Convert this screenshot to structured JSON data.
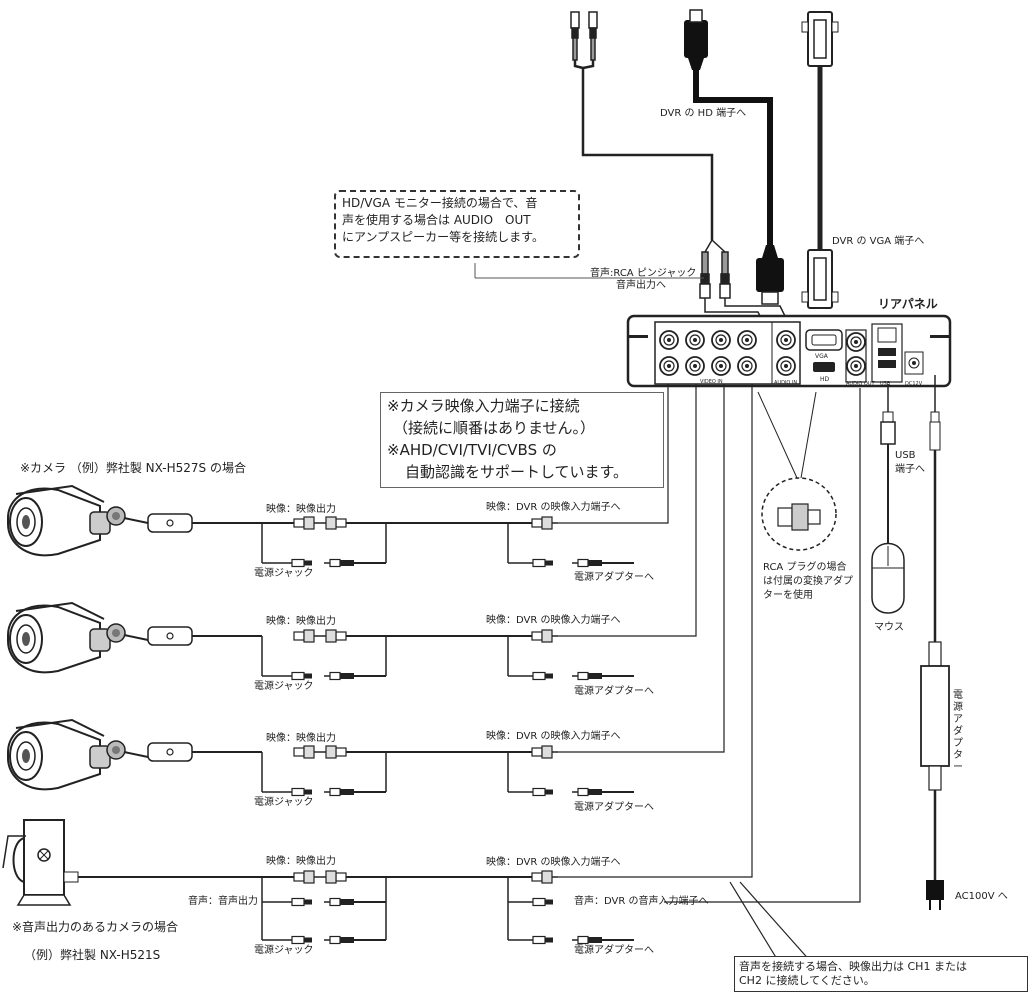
{
  "labels": {
    "dvr_hd": "DVR の HD 端子へ",
    "dvr_vga": "DVR の VGA 端子へ",
    "rear_panel": "リアパネル",
    "audio_rca_1": "音声:RCA ピンジャック",
    "audio_rca_2": "音声出力へ",
    "camera_note": "※カメラ （例）弊社製 NX-H527S の場合",
    "usb_1": "USB",
    "usb_2": "端子へ",
    "rca_note_1": "RCA プラグの場合",
    "rca_note_2": "は付属の変換アダプ",
    "rca_note_3": "ターを使用",
    "mouse": "マウス",
    "power_adapter_vertical": "電源アダプター",
    "ac100v": "AC100V へ",
    "audio_camera_1": "※音声出力のあるカメラの場合",
    "audio_camera_2": "（例）弊社製 NX-H521S",
    "video_out": "映像：映像出力",
    "power_jack": "電源ジャック",
    "dvr_video_in": "映像：DVR の映像入力端子へ",
    "power_adapter_to": "電源アダプターへ",
    "audio_out_label": "音声：音声出力",
    "dvr_audio_in": "音声：DVR の音声入力端子へ"
  },
  "dashed_note": [
    "HD/VGA モニター接続の場合で、音",
    "声を使用する場合は AUDIO　OUT",
    "にアンプスピーカー等を接続します。"
  ],
  "connect_note": [
    "※カメラ映像入力端子に接続",
    "（接続に順番はありません。）",
    "※AHD/CVI/TVI/CVBS の",
    "自動認識をサポートしています。"
  ],
  "bottom_note": [
    "音声を接続する場合、映像出力は CH1 または",
    "CH2 に接続してください。"
  ],
  "panel_labels": {
    "vga": "VGA",
    "hd": "HD",
    "video_in": "VIDEO IN",
    "audio_in": "AUDIO IN",
    "audio_out": "AUDIO OUT",
    "usb": "USB",
    "dc12v": "DC12V"
  },
  "camera_rows": [
    {
      "video_out": "映像：映像出力",
      "power_jack": "電源ジャック",
      "dvr_in": "映像：DVR の映像入力端子へ",
      "adapter": "電源アダプターへ"
    },
    {
      "video_out": "映像：映像出力",
      "power_jack": "電源ジャック",
      "dvr_in": "映像：DVR の映像入力端子へ",
      "adapter": "電源アダプターへ"
    },
    {
      "video_out": "映像：映像出力",
      "power_jack": "電源ジャック",
      "dvr_in": "映像：DVR の映像入力端子へ",
      "adapter": "電源アダプターへ"
    },
    {
      "video_out": "映像：映像出力",
      "audio_out": "音声：音声出力",
      "power_jack": "電源ジャック",
      "dvr_in": "映像：DVR の映像入力端子へ",
      "dvr_audio": "音声：DVR の音声入力端子へ",
      "adapter": "電源アダプターへ"
    }
  ]
}
